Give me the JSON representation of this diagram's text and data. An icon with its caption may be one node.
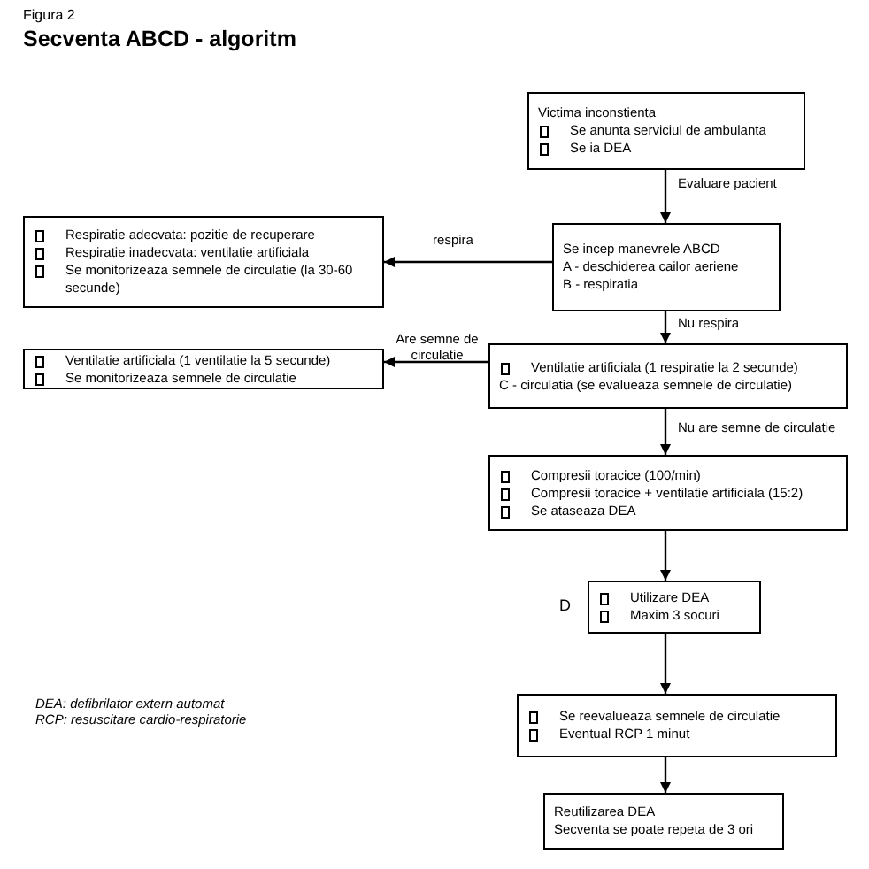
{
  "diagram": {
    "title": "Secventa ABCD - algoritm",
    "nodes": [
      {
        "text": [
          "Victima inconstienta",
          "Se anunta serviciul de ambulanta",
          "Se ia DEA"
        ]
      },
      {
        "text": [
          "Se incep manevrele ABCD",
          "A - deschiderea cailor aeriene",
          "B - respiratia"
        ]
      },
      {
        "text": [
          "Respiratie adecvata: pozitie de recuperare",
          "Respiratie inadecvata: ventilatie artificiala",
          "Se monitorizeaza semnele de circulatie (la 30-60 secunde)"
        ]
      },
      {
        "text": [
          "Ventilatie artificiala (1 respiratie la 2 secunde)",
          "C - circulatia (se evalueaza semnele de circulatie)"
        ]
      },
      {
        "text": [
          "Ventilatie artificiala (1 ventilatie la 5 secunde)",
          "Se monitorizeaza semnele de circulatie"
        ]
      },
      {
        "text": [
          "Compresii toracice (100/min)",
          "Compresii toracice + ventilatie artificiala (15:2)",
          "Se ataseaza DEA"
        ]
      },
      {
        "text": [
          "Utilizare DEA",
          "Maxim 3 socuri"
        ],
        "beside": [
          "D"
        ]
      },
      {
        "text": [
          "Se reevalueaza semnele de circulatie",
          "Eventual RCP 1 minut"
        ]
      },
      {
        "text": [
          "Reutilizarea DEA",
          "Secventa se poate repeta de 3 ori"
        ]
      }
    ],
    "edges": [
      {
        "from": 0,
        "to": 1,
        "arrow": "to",
        "label": "Evaluare pacient"
      },
      {
        "from": 1,
        "to": 2,
        "arrow": "to",
        "label": "respira"
      },
      {
        "from": 1,
        "to": 3,
        "arrow": "to",
        "label": "Nu respira"
      },
      {
        "from": 3,
        "to": 4,
        "arrow": "to",
        "label": "Are semne de circulatie"
      },
      {
        "from": 3,
        "to": 5,
        "arrow": "to",
        "label": "Nu are semne de circulatie"
      },
      {
        "from": 5,
        "to": 6,
        "arrow": "to"
      },
      {
        "from": 6,
        "to": 7,
        "arrow": "to"
      },
      {
        "from": 7,
        "to": 8,
        "arrow": "to"
      }
    ],
    "labels": [
      "Figura 2",
      "DEA: defibrilator extern automat",
      "RCP: resuscitare cardio-respiratorie"
    ]
  }
}
